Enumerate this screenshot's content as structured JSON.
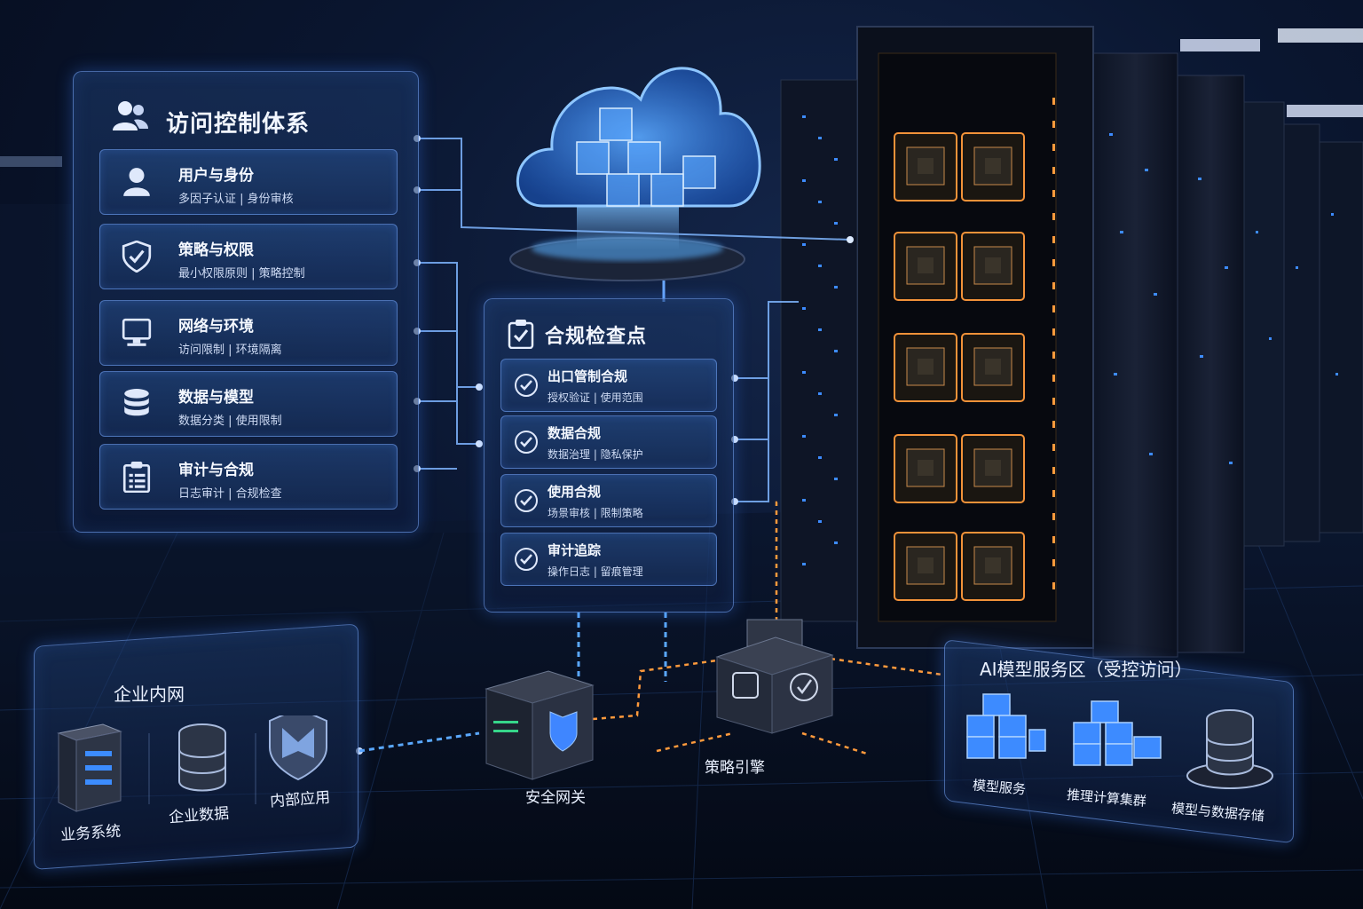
{
  "access_control": {
    "title": "访问控制体系",
    "items": [
      {
        "title": "用户与身份",
        "sub_a": "多因子认证",
        "sub_b": "身份审核",
        "icon": "user-icon"
      },
      {
        "title": "策略与权限",
        "sub_a": "最小权限原则",
        "sub_b": "策略控制",
        "icon": "shield-check-icon"
      },
      {
        "title": "网络与环境",
        "sub_a": "访问限制",
        "sub_b": "环境隔离",
        "icon": "monitor-icon"
      },
      {
        "title": "数据与模型",
        "sub_a": "数据分类",
        "sub_b": "使用限制",
        "icon": "database-icon"
      },
      {
        "title": "审计与合规",
        "sub_a": "日志审计",
        "sub_b": "合规检查",
        "icon": "clipboard-icon"
      }
    ]
  },
  "compliance": {
    "title": "合规检查点",
    "items": [
      {
        "title": "出口管制合规",
        "sub_a": "授权验证",
        "sub_b": "使用范围"
      },
      {
        "title": "数据合规",
        "sub_a": "数据治理",
        "sub_b": "隐私保护"
      },
      {
        "title": "使用合规",
        "sub_a": "场景审核",
        "sub_b": "限制策略"
      },
      {
        "title": "审计追踪",
        "sub_a": "操作日志",
        "sub_b": "留痕管理"
      }
    ]
  },
  "intranet": {
    "title": "企业内网",
    "items": [
      {
        "label": "业务系统",
        "icon": "server-icon"
      },
      {
        "label": "企业数据",
        "icon": "database-icon"
      },
      {
        "label": "内部应用",
        "icon": "app-shield-icon"
      }
    ]
  },
  "gateway": {
    "label": "安全网关"
  },
  "policy_engine": {
    "label": "策略引擎"
  },
  "ai_zone": {
    "title": "AI模型服务区（受控访问）",
    "items": [
      {
        "label": "模型服务",
        "icon": "cubes-icon"
      },
      {
        "label": "推理计算集群",
        "icon": "cubes-icon"
      },
      {
        "label": "模型与数据存储",
        "icon": "database-icon"
      }
    ]
  },
  "separator": "|",
  "colors": {
    "accent_blue": "#4a9bff",
    "accent_orange": "#ff9a3c",
    "panel_border": "#78aaff"
  }
}
